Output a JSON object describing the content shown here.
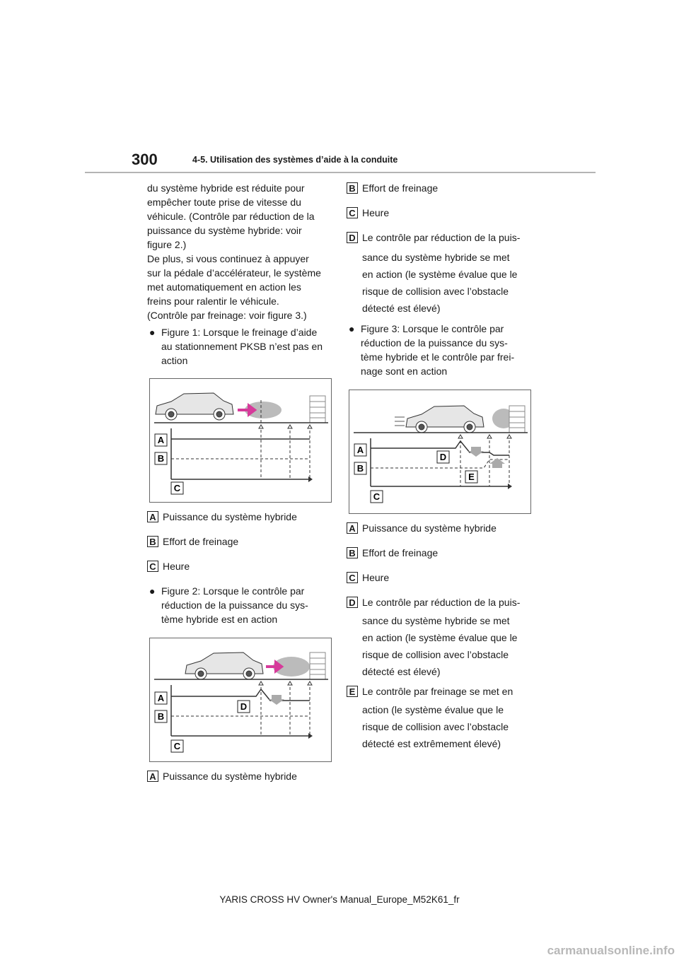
{
  "header": {
    "page_number": "300",
    "section_title": "4-5. Utilisation des systèmes d’aide à la conduite"
  },
  "left": {
    "intro_lines": [
      "du système hybride est réduite pour",
      "empêcher toute prise de vitesse du",
      "véhicule. (Contrôle par réduction de la",
      "puissance du système hybride: voir",
      "figure 2.)",
      "De plus, si vous continuez à appuyer",
      "sur la pédale d’accélérateur, le système",
      "met automatiquement en action les",
      "freins pour ralentir le véhicule.",
      "(Contrôle par freinage: voir figure 3.)"
    ],
    "bullet_glyph": "●",
    "fig1_caption": [
      "Figure 1: Lorsque le freinage d’aide",
      "au stationnement PKSB n’est pas en",
      "action"
    ],
    "fig1_legend": [
      {
        "key": "A",
        "text": "Puissance du système hybride"
      },
      {
        "key": "B",
        "text": "Effort de freinage"
      },
      {
        "key": "C",
        "text": "Heure"
      }
    ],
    "fig2_caption": [
      "Figure 2: Lorsque le contrôle par",
      "réduction de la puissance du sys-",
      "tème hybride est en action"
    ],
    "fig2_legend_a": {
      "key": "A",
      "text": "Puissance du système hybride"
    }
  },
  "right": {
    "fig2_legend_rest": [
      {
        "key": "B",
        "text": "Effort de freinage"
      },
      {
        "key": "C",
        "text": "Heure"
      }
    ],
    "fig2_legend_d": {
      "key": "D",
      "lines": [
        "Le contrôle par réduction de la puis-",
        "sance du système hybride se met",
        "en action (le système évalue que le",
        "risque de collision avec l’obstacle",
        "détecté est élevé)"
      ]
    },
    "fig3_caption": [
      "Figure 3: Lorsque le contrôle par",
      "réduction de la puissance du sys-",
      "tème hybride et le contrôle par frei-",
      "nage sont en action"
    ],
    "fig3_legend": [
      {
        "key": "A",
        "text": "Puissance du système hybride"
      },
      {
        "key": "B",
        "text": "Effort de freinage"
      },
      {
        "key": "C",
        "text": "Heure"
      }
    ],
    "fig3_legend_d": {
      "key": "D",
      "lines": [
        "Le contrôle par réduction de la puis-",
        "sance du système hybride se met",
        "en action (le système évalue que le",
        "risque de collision avec l’obstacle",
        "détecté est élevé)"
      ]
    },
    "fig3_legend_e": {
      "key": "E",
      "lines": [
        "Le contrôle par freinage se met en",
        "action (le système évalue que le",
        "risque de collision avec l’obstacle",
        "détecté est extrêmement élevé)"
      ]
    }
  },
  "figure_labels": {
    "a": "A",
    "b": "B",
    "c": "C",
    "d": "D",
    "e": "E"
  },
  "footer": {
    "text": "YARIS CROSS HV Owner's Manual_Europe_M52K61_fr"
  },
  "watermark": {
    "text": "carmanualsonline.info"
  },
  "colors": {
    "header_rule": "#b4b4b4",
    "line": "#333333",
    "arrow": "#d63a9a",
    "mist": "#bbbbbb",
    "brick": "#888888"
  }
}
